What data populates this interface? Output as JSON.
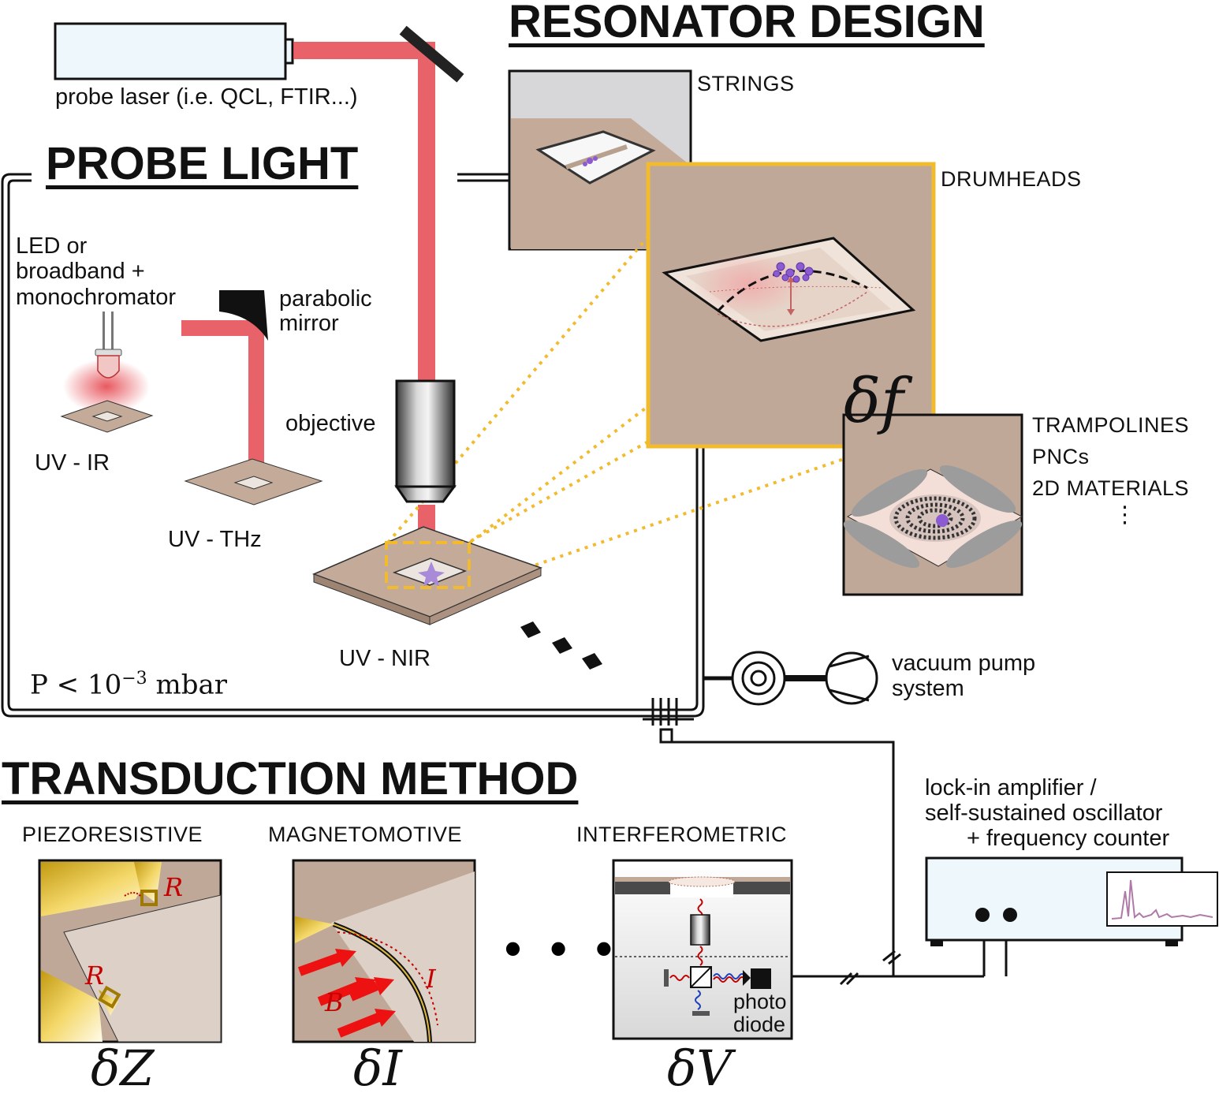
{
  "headings": {
    "resonator_design": "RESONATOR DESIGN",
    "probe_light": "PROBE LIGHT",
    "transduction_method": "TRANSDUCTION METHOD"
  },
  "probe": {
    "laser": "probe laser (i.e. QCL, FTIR...)",
    "led_line1": "LED or",
    "led_line2": "broadband +",
    "led_line3": "monochromator",
    "parabolic_line1": "parabolic",
    "parabolic_line2": "mirror",
    "objective": "objective",
    "uv_ir": "UV - IR",
    "uv_thz": "UV - THz",
    "uv_nir": "UV - NIR",
    "pressure_prefix": "P < 10",
    "pressure_exp": "−3",
    "pressure_unit": " mbar"
  },
  "resonators": {
    "strings": "STRINGS",
    "drumheads": "DRUMHEADS",
    "trampolines": "TRAMPOLINES",
    "pncs": "PNCs",
    "materials_2d": "2D MATERIALS",
    "vdots": "⋮",
    "delta_f": "δf"
  },
  "vacuum": {
    "line1": "vacuum pump",
    "line2": "system"
  },
  "readout": {
    "line1": "lock-in amplifier /",
    "line2": "self-sustained oscillator",
    "line3": "+ frequency counter"
  },
  "transduction": {
    "piezoresistive": "PIEZORESISTIVE",
    "magnetomotive": "MAGNETOMOTIVE",
    "interferometric": "INTERFEROMETRIC",
    "r_label": "R",
    "b_label": "B",
    "i_label": "I",
    "photo": "photo",
    "diode": "diode",
    "delta_z": "δZ",
    "delta_i": "δI",
    "delta_v": "δV"
  },
  "colors": {
    "laser_red": "#e5474f",
    "substrate": "#c4aa98",
    "highlight_yellow": "#f2bb2e",
    "mark_red": "#c40000",
    "instrument_fill": "#eef7fb"
  }
}
